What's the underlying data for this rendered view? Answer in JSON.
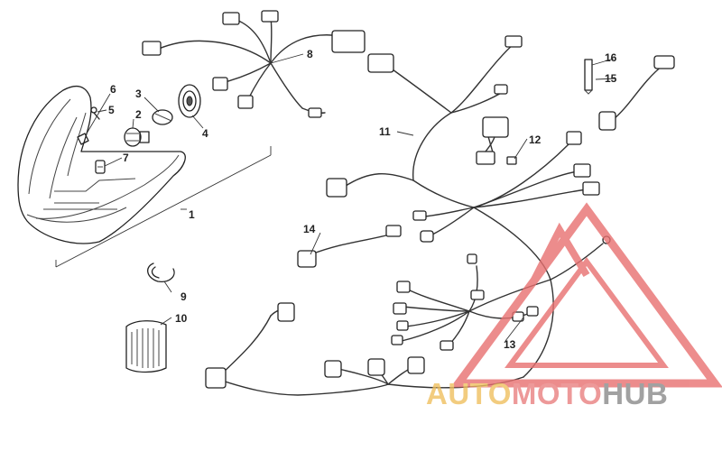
{
  "callouts": {
    "c1": "1",
    "c2": "2",
    "c3": "3",
    "c4": "4",
    "c5": "5",
    "c6": "6",
    "c7": "7",
    "c8": "8",
    "c9": "9",
    "c10": "10",
    "c11": "11",
    "c12": "12",
    "c13": "13",
    "c14": "14",
    "c15": "15",
    "c16": "16"
  },
  "watermark": {
    "part1": "AUTO",
    "part2": "MOTO",
    "part3": "HUB",
    "color1": "#f0c060",
    "color2": "#e98080",
    "color3": "#8a8a8a",
    "triangle_color": "#e87070"
  }
}
